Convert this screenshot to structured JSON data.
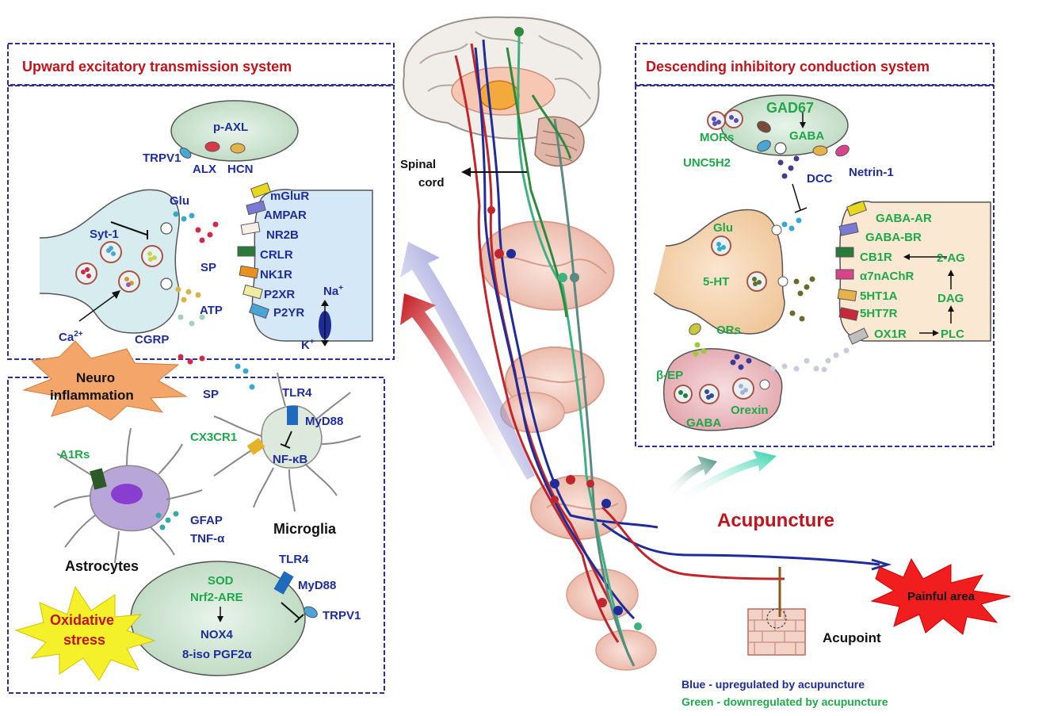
{
  "colors": {
    "upregulated": "#1f2d9a",
    "downregulated": "#1fa84a",
    "title_red": "#c0141c",
    "box_border": "#2a2f9a",
    "ascending_path": "#c0262b",
    "descending_path": "#3a4fb0"
  },
  "panels": {
    "upward": {
      "title": "Upward excitatory transmission system",
      "receptor_top": [
        "TRPV1",
        "ALX",
        "HCN"
      ],
      "p_axl": "p-AXL",
      "syt": "Syt-1",
      "ca": "Ca",
      "ca_sup": "2+",
      "glu": "Glu",
      "sp": "SP",
      "atp": "ATP",
      "cgrp": "CGRP",
      "receptors": [
        "mGluR",
        "AMPAR",
        "NR2B",
        "CRLR",
        "NK1R",
        "P2XR",
        "P2YR"
      ],
      "na": "Na",
      "na_sup": "+",
      "k": "K",
      "k_sup": "+"
    },
    "descending": {
      "title": "Descending inhibitory conduction system",
      "gad67": "GAD67",
      "gaba_top": "GABA",
      "mors": "MORs",
      "unc5h2": "UNC5H2",
      "dcc": "DCC",
      "netrin": "Netrin-1",
      "glu": "Glu",
      "ht": "5-HT",
      "ors": "ORs",
      "beta_ep": "β-EP",
      "gaba_bottom": "GABA",
      "orexin": "Orexin",
      "receptors": [
        "GABA-AR",
        "GABA-BR",
        "CB1R",
        "α7nAChR",
        "5HT1A",
        "5HT7R",
        "OX1R"
      ],
      "two_ag": "2-AG",
      "dag": "DAG",
      "plc": "PLC"
    },
    "neuroinflammation": {
      "burst_line1": "Neuro",
      "burst_line2": "inflammation",
      "sp": "SP",
      "tlr4": "TLR4",
      "myd88": "MyD88",
      "cx3cr1": "CX3CR1",
      "nfkb": "NF-κB",
      "microglia": "Microglia",
      "a1rs": "A1Rs",
      "gfap": "GFAP",
      "tnf": "TNF-α",
      "astrocytes": "Astrocytes",
      "oxidative_line1": "Oxidative",
      "oxidative_line2": "stress",
      "sod": "SOD",
      "nrf2": "Nrf2-ARE",
      "nox4": "NOX4",
      "iso": "8-iso PGF2α",
      "tlr4_b": "TLR4",
      "myd88_b": "MyD88",
      "trpv1_b": "TRPV1"
    }
  },
  "center": {
    "spinal_line1": "Spinal",
    "spinal_line2": "cord",
    "acupuncture": "Acupuncture",
    "painful_area": "Painful area",
    "acupoint": "Acupoint"
  },
  "legend": {
    "blue": "Blue - upregulated by acupuncture",
    "green": "Green - downregulated by acupuncture"
  }
}
